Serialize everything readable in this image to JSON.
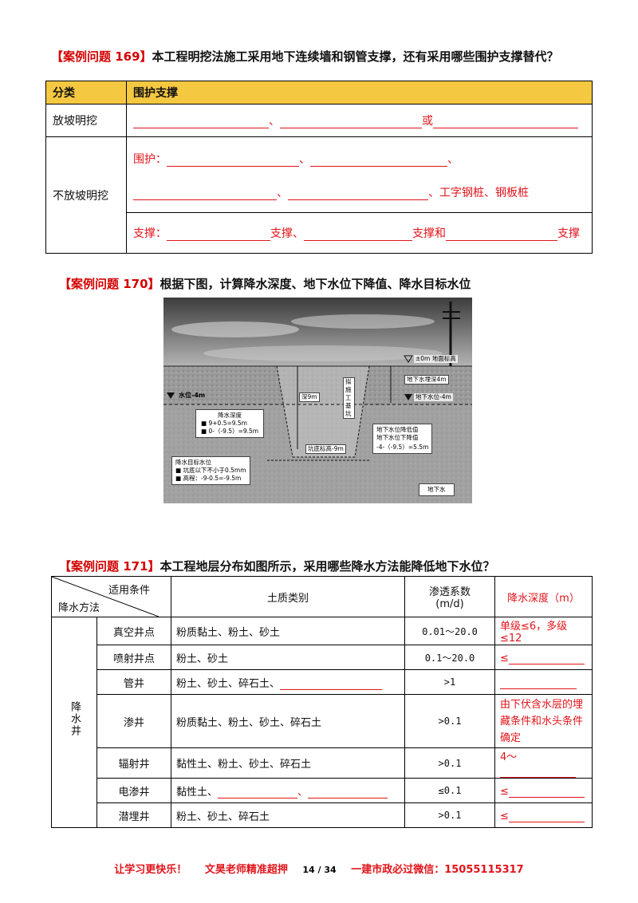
{
  "q169": {
    "title_bracket": "【案例问题 169】",
    "title_text": "本工程明挖法施工采用地下连续墙和钢管支撑，还有采用哪些围护支撑替代？",
    "header": [
      "分类",
      "围护支撑"
    ],
    "row1_label": "放坡明挖",
    "row1_sep1": "、",
    "row1_sep2": "或",
    "row2_label": "不放坡明挖",
    "weihu_label": "围护：",
    "weihu_sep": "、",
    "row2b_sep": "、",
    "row2b_tail": "、工字钢桩、钢板桩",
    "zhicheng_label": "支撑：",
    "zc1": "支撑、",
    "zc2": "支撑和",
    "zc3": "支撑"
  },
  "q170": {
    "title_bracket": "【案例问题 170】",
    "title_text": "根据下图，计算降水深度、地下水位下降值、降水目标水位",
    "fig": {
      "ground": "±0m  地面标高",
      "gw_depth": "地下水埋深4m",
      "water_left": "水位-4m",
      "water_right": "地下水位-4m",
      "depth": "深9m",
      "pit": "拟施工基坑",
      "bottom": "坑底标高-9m",
      "jiangshui": "降水深度",
      "js1": "9+0.5=9.5m",
      "js2": "0-（-9.5）=9.5m",
      "drop1": "地下水位降低值",
      "drop2": "地下水位下降值",
      "drop3": "-4-（-9.5）=5.5m",
      "target": "降水目标水位",
      "t1": "坑底以下不小于0.5mm",
      "t2": "高程：-9-0.5=-9.5m",
      "gw": "地下水"
    }
  },
  "q171": {
    "title_bracket": "【案例问题 171】",
    "title_text": "本工程地层分布如图所示，采用哪些降水方法能降低地下水位？",
    "h_top": "适用条件",
    "h_bottom": "降水方法",
    "h_soil": "土质类别",
    "h_k1": "渗透系数",
    "h_k2": "(m/d)",
    "h_depth": "降水深度（m）",
    "group": "降水井",
    "rows": [
      {
        "name": "真空井点",
        "soil": "粉质黏土、粉土、砂土",
        "k": "0.01～20.0",
        "depth": "单级≤6，多级≤12"
      },
      {
        "name": "喷射井点",
        "soil": "粉土、砂土",
        "k": "0.1～20.0",
        "depth": "≤"
      },
      {
        "name": "管井",
        "soil": "粉土、砂土、碎石土、",
        "k": ">1",
        "depth": ""
      },
      {
        "name": "渗井",
        "soil": "粉质黏土、粉土、砂土、碎石土",
        "k": ">0.1",
        "depth": "由下伏含水层的埋藏条件和水头条件确定"
      },
      {
        "name": "辐射井",
        "soil": "黏性土、粉土、砂土、碎石土",
        "k": ">0.1",
        "depth": "4～"
      },
      {
        "name": "电渗井",
        "soil": "黏性土、",
        "soil_sep": "、",
        "k": "≤0.1",
        "depth": "≤"
      },
      {
        "name": "潜埋井",
        "soil": "粉土、砂土、碎石土",
        "k": ">0.1",
        "depth": "≤"
      }
    ]
  },
  "footer": {
    "left": "让学习更快乐！",
    "mid": "文昊老师精准超押",
    "page": "14 / 34",
    "right": "一建市政必过微信：15055115317"
  }
}
